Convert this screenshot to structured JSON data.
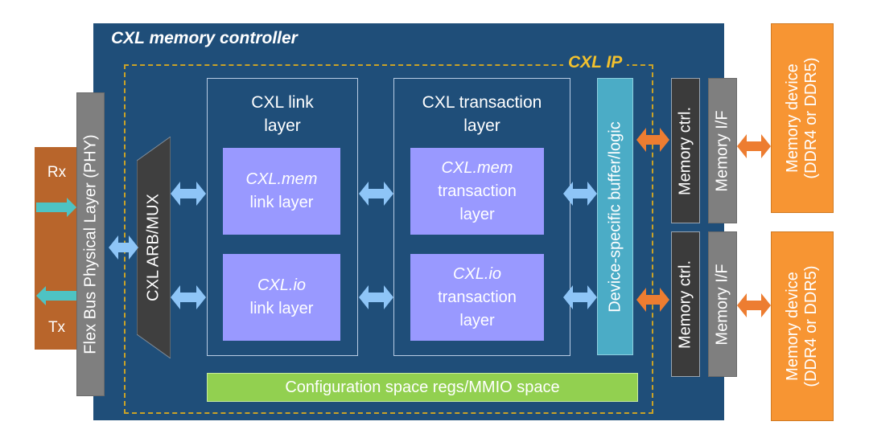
{
  "diagram": {
    "controller_title": "CXL memory controller",
    "ip_label": "CXL IP",
    "rx_label": "Rx",
    "tx_label": "Tx",
    "phy_label": "Flex Bus Physical Layer (PHY)",
    "mux_label": "CXL ARB/MUX",
    "link_layer": {
      "title_line1": "CXL link",
      "title_line2": "layer",
      "mem": {
        "line1": "CXL.mem",
        "line2": "link layer"
      },
      "io": {
        "line1": "CXL.io",
        "line2": "link layer"
      }
    },
    "transaction_layer": {
      "title_line1": "CXL transaction",
      "title_line2": "layer",
      "mem": {
        "line1": "CXL.mem",
        "line2": "transaction",
        "line3": "layer"
      },
      "io": {
        "line1": "CXL.io",
        "line2": "transaction",
        "line3": "layer"
      }
    },
    "buffer_label": "Device-specific buffer/logic",
    "memory_channels": [
      {
        "ctrl": "Memory ctrl.",
        "iface": "Memory I/F",
        "device_line1": "Memory device",
        "device_line2": "(DDR4 or DDR5)"
      },
      {
        "ctrl": "Memory ctrl.",
        "iface": "Memory I/F",
        "device_line1": "Memory device",
        "device_line2": "(DDR4 or DDR5)"
      }
    ],
    "config_label": "Configuration space regs/MMIO space",
    "colors": {
      "controller_bg": "#1f4e79",
      "ip_border": "#c9a227",
      "sublayer": "#9999ff",
      "buffer": "#4bacc6",
      "config": "#92d050",
      "memory_device": "#f79533",
      "rxtx": "#b8652b",
      "internal_arrow": "#8ec5f7",
      "memory_arrow": "#ed7d31",
      "rxtx_arrow": "#4ec3c3"
    }
  }
}
